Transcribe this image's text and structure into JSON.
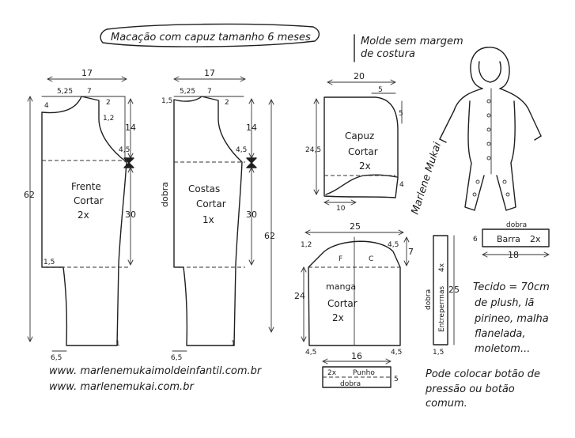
{
  "title": "Macação com capuz tamanho 6 meses",
  "note_seam": [
    "Molde sem margem",
    "de costura"
  ],
  "front": {
    "width": "17",
    "neck_width": "5,25",
    "shoulder": "7",
    "neck_drop": "4",
    "shoulder_drop": "2",
    "collar_curve": "1,2",
    "armhole": "14",
    "armhole_side": "4,5",
    "label": [
      "Frente",
      "Cortar",
      "2x"
    ],
    "total_length": "62",
    "leg_length": "30",
    "crotch": "1,5",
    "hem": "6,5",
    "hem_side": "1"
  },
  "back": {
    "width": "17",
    "neck_width": "5,25",
    "shoulder": "7",
    "neck_drop": "1,5",
    "shoulder_drop": "2",
    "armhole": "14",
    "armhole_side": "4,5",
    "fold": "dobra",
    "label": [
      "Costas",
      "Cortar",
      "1x"
    ],
    "total_length": "62",
    "leg_length": "30",
    "hem": "6,5",
    "hem_side": "1"
  },
  "hood": {
    "width": "20",
    "top_curve": "5",
    "side_curve": "5",
    "height": "24,5",
    "label": [
      "Capuz",
      "Cortar",
      "2x"
    ],
    "bottom": "10",
    "bottom_side": "4"
  },
  "sleeve": {
    "top_width": "25",
    "corner_left": "1,2",
    "corner_right": "4,5",
    "depth": "7",
    "mark_f": "F",
    "mark_c": "C",
    "label": [
      "manga",
      "Cortar",
      "2x"
    ],
    "height": "24",
    "side_left": "4,5",
    "side_right": "4,5"
  },
  "cuff": {
    "width": "16",
    "count": "2x",
    "name": "Punho",
    "fold": "dobra",
    "height": "5"
  },
  "band": {
    "fold": "dobra",
    "height": "6",
    "name": "Barra",
    "count": "2x",
    "width": "18"
  },
  "placket": {
    "fold": "dobra",
    "name": "Entreperrnas",
    "count": "4x",
    "length": "25",
    "width": "1,5"
  },
  "signature": "Marlene Mukai",
  "fabric_note": [
    "Tecido = 70cm",
    "de plush, lã",
    "pirineo, malha",
    "flanelada,",
    "moletom..."
  ],
  "button_note": [
    "Pode colocar botão de",
    "pressão ou botão",
    "comum."
  ],
  "websites": [
    "www. marlenemukaimoldeinfantil.com.br",
    "www. marlenemukai.com.br"
  ]
}
